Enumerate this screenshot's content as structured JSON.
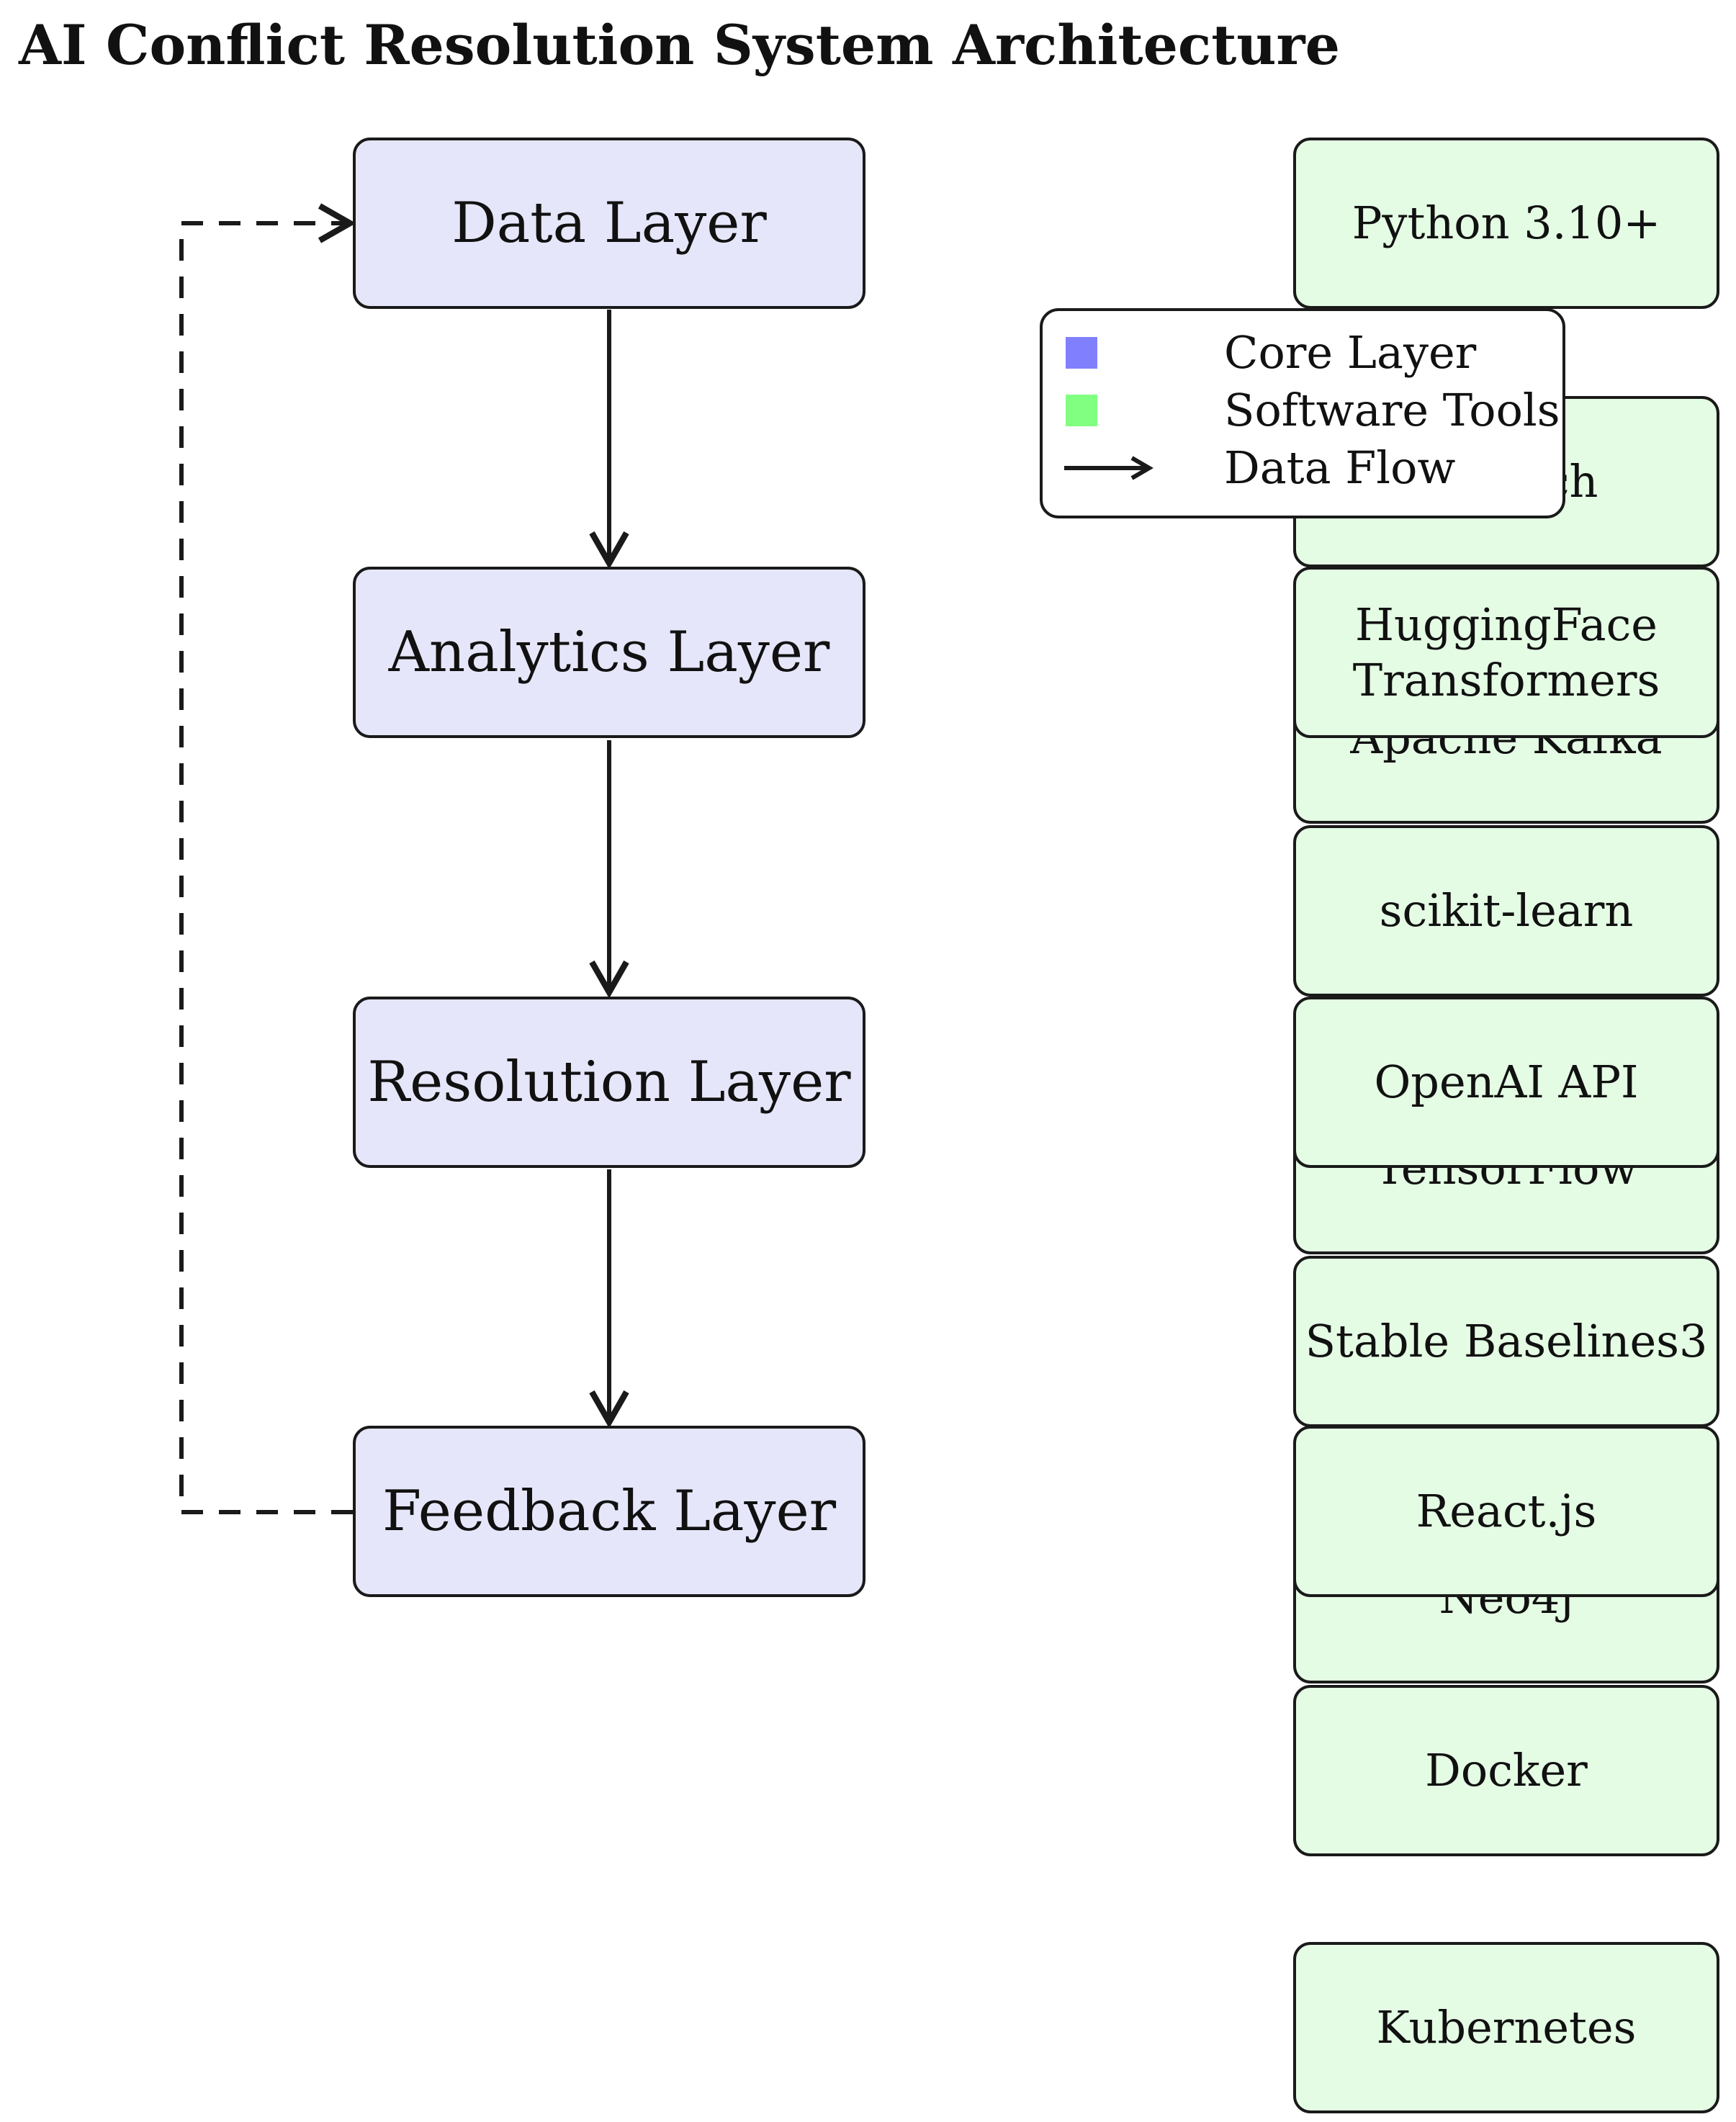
{
  "title": "AI Conflict Resolution System Architecture",
  "colors": {
    "core_layer_fill": "#e6e6fb",
    "software_tool_fill": "#e4fbe4",
    "legend_core": "#8080ff",
    "legend_tools": "#80ff80",
    "stroke": "#1a1a1a"
  },
  "layers": [
    {
      "label": "Data Layer"
    },
    {
      "label": "Analytics Layer"
    },
    {
      "label": "Resolution Layer"
    },
    {
      "label": "Feedback Layer"
    }
  ],
  "tools": [
    {
      "label": "Python 3.10+"
    },
    {
      "label": "PyTorch"
    },
    {
      "label": "Apache Kafka"
    },
    {
      "label": "HuggingFace\nTransformers"
    },
    {
      "label": "scikit-learn"
    },
    {
      "label": "TensorFlow"
    },
    {
      "label": "OpenAI API"
    },
    {
      "label": "Stable Baselines3"
    },
    {
      "label": "Neo4j"
    },
    {
      "label": "React.js"
    },
    {
      "label": "Docker"
    },
    {
      "label": "Kubernetes"
    }
  ],
  "legend": {
    "core_layer": "Core Layer",
    "software_tools": "Software Tools",
    "data_flow": "Data Flow"
  }
}
